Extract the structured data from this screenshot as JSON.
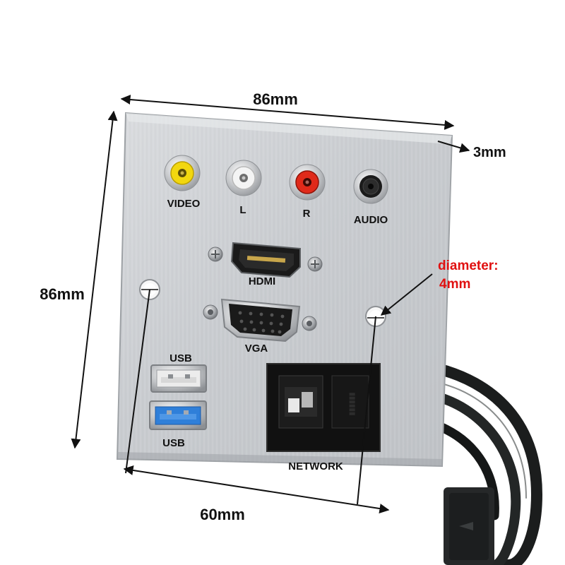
{
  "dimensions": {
    "width": "86mm",
    "height": "86mm",
    "depth": "3mm",
    "hole_spacing": "60mm",
    "diameter_label": "diameter:",
    "diameter_value": "4mm"
  },
  "ports": {
    "video": "VIDEO",
    "left": "L",
    "right": "R",
    "audio": "AUDIO",
    "hdmi": "HDMI",
    "vga": "VGA",
    "usb_top": "USB",
    "usb_bottom": "USB",
    "network": "NETWORK"
  },
  "colors": {
    "plate": "#cfd2d5",
    "rca_yellow": "#f2d70f",
    "rca_white": "#f4f4f4",
    "rca_red": "#e02a1a",
    "usb3_blue": "#2f7fd9",
    "diameter_text": "#e01010",
    "cable": "#1b1d1d"
  }
}
